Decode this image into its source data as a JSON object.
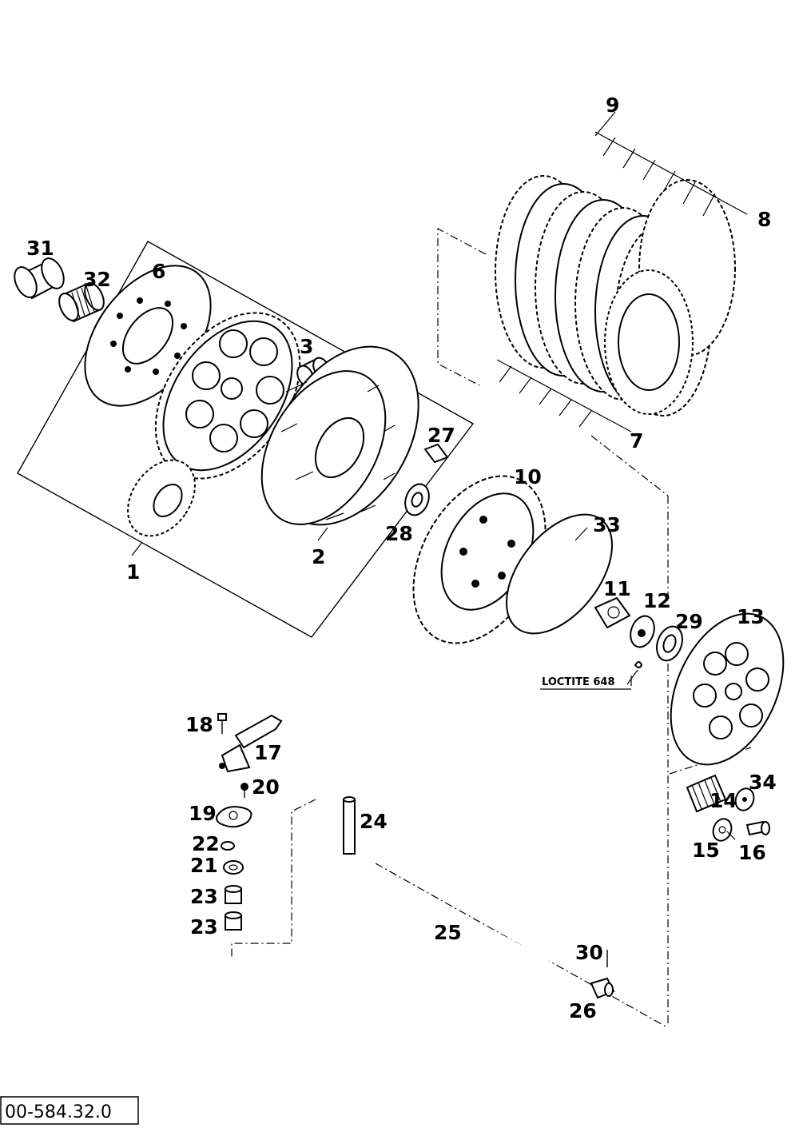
{
  "diagram": {
    "callouts": [
      {
        "id": "c1",
        "text": "1"
      },
      {
        "id": "c2",
        "text": "2"
      },
      {
        "id": "c3",
        "text": "3"
      },
      {
        "id": "c6",
        "text": "6"
      },
      {
        "id": "c7",
        "text": "7"
      },
      {
        "id": "c8",
        "text": "8"
      },
      {
        "id": "c9",
        "text": "9"
      },
      {
        "id": "c10",
        "text": "10"
      },
      {
        "id": "c11",
        "text": "11"
      },
      {
        "id": "c12",
        "text": "12"
      },
      {
        "id": "c13",
        "text": "13"
      },
      {
        "id": "c14",
        "text": "14"
      },
      {
        "id": "c15",
        "text": "15"
      },
      {
        "id": "c16",
        "text": "16"
      },
      {
        "id": "c17",
        "text": "17"
      },
      {
        "id": "c18",
        "text": "18"
      },
      {
        "id": "c19",
        "text": "19"
      },
      {
        "id": "c20",
        "text": "20"
      },
      {
        "id": "c21",
        "text": "21"
      },
      {
        "id": "c22",
        "text": "22"
      },
      {
        "id": "c23a",
        "text": "23"
      },
      {
        "id": "c23b",
        "text": "23"
      },
      {
        "id": "c24",
        "text": "24"
      },
      {
        "id": "c25",
        "text": "25"
      },
      {
        "id": "c26",
        "text": "26"
      },
      {
        "id": "c27",
        "text": "27"
      },
      {
        "id": "c28",
        "text": "28"
      },
      {
        "id": "c29",
        "text": "29"
      },
      {
        "id": "c30",
        "text": "30"
      },
      {
        "id": "c31",
        "text": "31"
      },
      {
        "id": "c32",
        "text": "32"
      },
      {
        "id": "c33",
        "text": "33"
      },
      {
        "id": "c34",
        "text": "34"
      }
    ],
    "note": "LOCTITE 648",
    "drawing_code": "00-584.32.0"
  }
}
